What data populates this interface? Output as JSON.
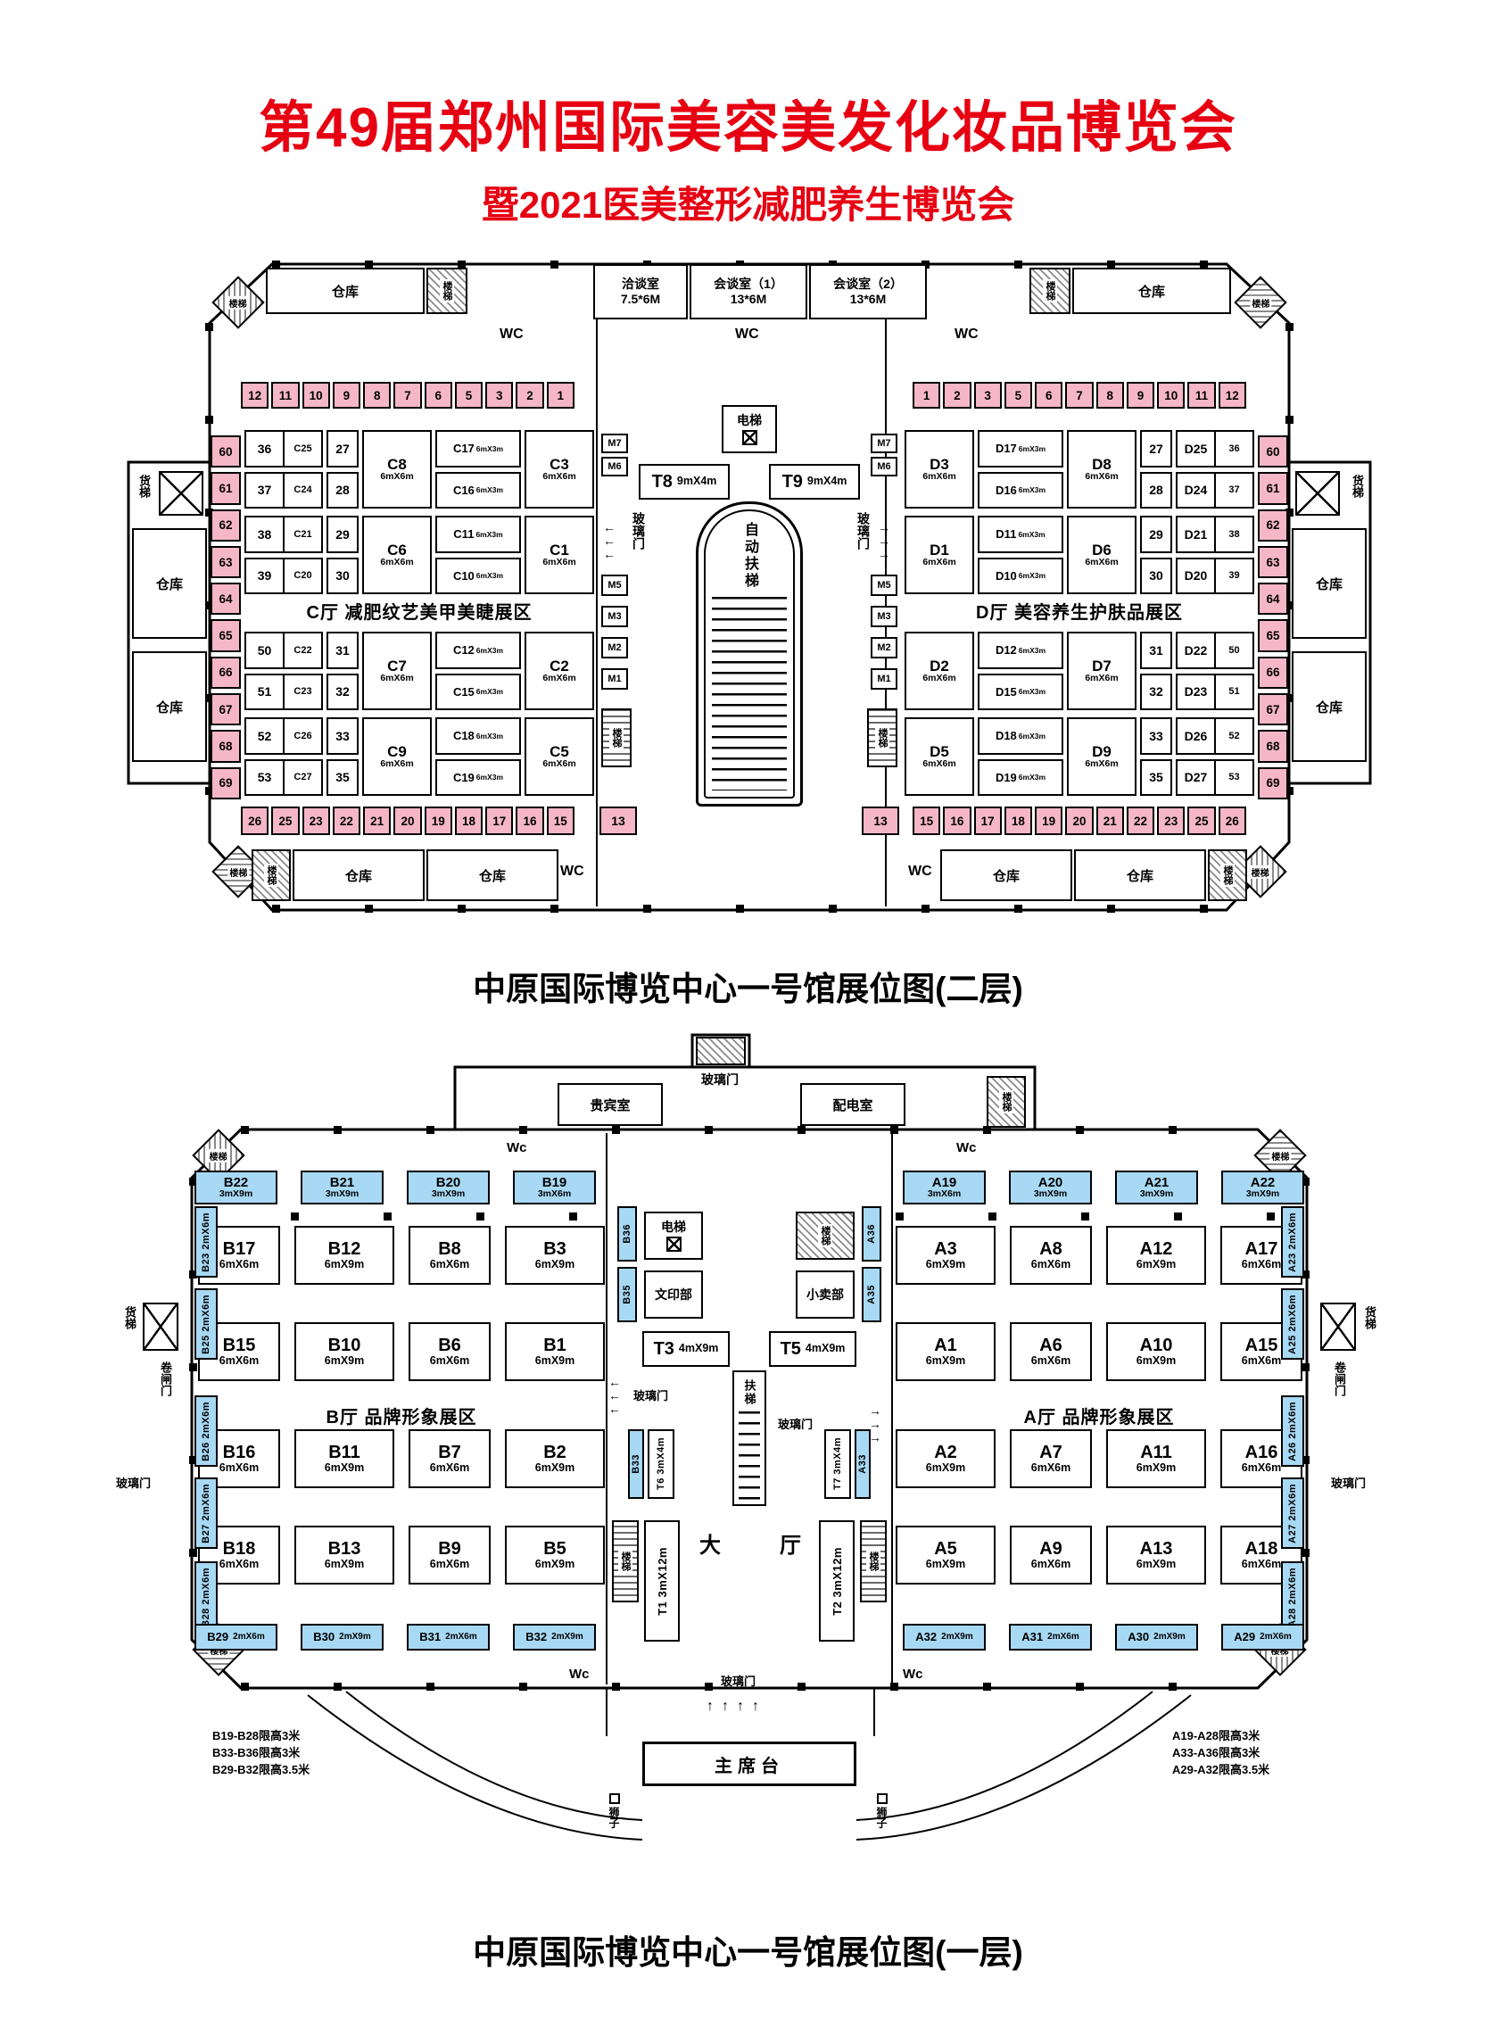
{
  "header": {
    "title": "第49届郑州国际美容美发化妆品博览会",
    "subtitle": "暨2021医美整形减肥养生博览会",
    "accent_color": "#e60012",
    "pink": "#f5b7c8",
    "blue": "#a8d9f4"
  },
  "glyphs": {
    "left_arrow": "←",
    "right_arrow": "→",
    "up_arrow": "↑"
  },
  "floor2": {
    "caption": "中原国际博览中心一号馆展位图(二层)",
    "corner_stair": "楼梯",
    "top": {
      "warehouse_left": "仓库",
      "stair_left": "楼梯",
      "meeting_room": "洽谈室",
      "meeting_room_size": "7.5*6M",
      "conf1": "会谈室（1）",
      "conf1_size": "13*6M",
      "conf2": "会谈室（2）",
      "conf2_size": "13*6M",
      "stair_right": "楼梯",
      "warehouse_right": "仓库",
      "wc_left": "WC",
      "wc_center": "WC",
      "wc_right": "WC"
    },
    "pink_top_left": [
      "12",
      "11",
      "10",
      "9",
      "8",
      "7",
      "6",
      "5",
      "3",
      "2",
      "1"
    ],
    "pink_top_right": [
      "1",
      "2",
      "3",
      "5",
      "6",
      "7",
      "8",
      "9",
      "10",
      "11",
      "12"
    ],
    "pink_col_left": [
      "60",
      "61",
      "62",
      "63",
      "64",
      "65",
      "66",
      "67",
      "68",
      "69"
    ],
    "pink_col_right": [
      "60",
      "61",
      "62",
      "63",
      "64",
      "65",
      "66",
      "67",
      "68",
      "69"
    ],
    "pink_bottom_left": [
      "26",
      "25",
      "23",
      "22",
      "21",
      "20",
      "19",
      "18",
      "17",
      "16",
      "15"
    ],
    "pink_bottom_right": [
      "15",
      "16",
      "17",
      "18",
      "19",
      "20",
      "21",
      "22",
      "23",
      "25",
      "26"
    ],
    "pink_13_left": "13",
    "pink_13_right": "13",
    "c_hall_label": "C厅  减肥纹艺美甲美睫展区",
    "d_hall_label": "D厅  美容养生护肤品展区",
    "c_bands": [
      {
        "pairs": [
          [
            "36",
            "C25"
          ],
          [
            "37",
            "C24"
          ]
        ],
        "nums": [
          "27",
          "28"
        ],
        "big1": {
          "id": "C8",
          "size": "6mX6m"
        },
        "slims": [
          {
            "id": "C17",
            "size": "6mX3m"
          },
          {
            "id": "C16",
            "size": "6mX3m"
          }
        ],
        "big2": {
          "id": "C3",
          "size": "6mX6m"
        }
      },
      {
        "pairs": [
          [
            "38",
            "C21"
          ],
          [
            "39",
            "C20"
          ]
        ],
        "nums": [
          "29",
          "30"
        ],
        "big1": {
          "id": "C6",
          "size": "6mX6m"
        },
        "slims": [
          {
            "id": "C11",
            "size": "6mX3m"
          },
          {
            "id": "C10",
            "size": "6mX3m"
          }
        ],
        "big2": {
          "id": "C1",
          "size": "6mX6m"
        }
      },
      {
        "pairs": [
          [
            "50",
            "C22"
          ],
          [
            "51",
            "C23"
          ]
        ],
        "nums": [
          "31",
          "32"
        ],
        "big1": {
          "id": "C7",
          "size": "6mX6m"
        },
        "slims": [
          {
            "id": "C12",
            "size": "6mX3m"
          },
          {
            "id": "C15",
            "size": "6mX3m"
          }
        ],
        "big2": {
          "id": "C2",
          "size": "6mX6m"
        }
      },
      {
        "pairs": [
          [
            "52",
            "C26"
          ],
          [
            "53",
            "C27"
          ]
        ],
        "nums": [
          "33",
          "35"
        ],
        "big1": {
          "id": "C9",
          "size": "6mX6m"
        },
        "slims": [
          {
            "id": "C18",
            "size": "6mX3m"
          },
          {
            "id": "C19",
            "size": "6mX3m"
          }
        ],
        "big2": {
          "id": "C5",
          "size": "6mX6m"
        }
      }
    ],
    "d_bands": [
      {
        "big1": {
          "id": "D3",
          "size": "6mX6m"
        },
        "slims": [
          {
            "id": "D17",
            "size": "6mX3m"
          },
          {
            "id": "D16",
            "size": "6mX3m"
          }
        ],
        "big2": {
          "id": "D8",
          "size": "6mX6m"
        },
        "nums": [
          "27",
          "28"
        ],
        "pairs": [
          [
            "D25",
            "36"
          ],
          [
            "D24",
            "37"
          ]
        ]
      },
      {
        "big1": {
          "id": "D1",
          "size": "6mX6m"
        },
        "slims": [
          {
            "id": "D11",
            "size": "6mX3m"
          },
          {
            "id": "D10",
            "size": "6mX3m"
          }
        ],
        "big2": {
          "id": "D6",
          "size": "6mX6m"
        },
        "nums": [
          "29",
          "30"
        ],
        "pairs": [
          [
            "D21",
            "38"
          ],
          [
            "D20",
            "39"
          ]
        ]
      },
      {
        "big1": {
          "id": "D2",
          "size": "6mX6m"
        },
        "slims": [
          {
            "id": "D12",
            "size": "6mX3m"
          },
          {
            "id": "D15",
            "size": "6mX3m"
          }
        ],
        "big2": {
          "id": "D7",
          "size": "6mX6m"
        },
        "nums": [
          "31",
          "32"
        ],
        "pairs": [
          [
            "D22",
            "50"
          ],
          [
            "D23",
            "51"
          ]
        ]
      },
      {
        "big1": {
          "id": "D5",
          "size": "6mX6m"
        },
        "slims": [
          {
            "id": "D18",
            "size": "6mX3m"
          },
          {
            "id": "D19",
            "size": "6mX3m"
          }
        ],
        "big2": {
          "id": "D9",
          "size": "6mX6m"
        },
        "nums": [
          "33",
          "35"
        ],
        "pairs": [
          [
            "D26",
            "52"
          ],
          [
            "D27",
            "53"
          ]
        ]
      }
    ],
    "center": {
      "elevator": "电梯",
      "m_top_left": [
        "M7",
        "M6"
      ],
      "m_top_right": [
        "M7",
        "M6"
      ],
      "t8": {
        "id": "T8",
        "size": "9mX4m"
      },
      "t9": {
        "id": "T9",
        "size": "9mX4m"
      },
      "glass_left": "玻璃门",
      "glass_right": "玻璃门",
      "escalator": "自动扶梯",
      "m_col_left": [
        "M5",
        "M3",
        "M2",
        "M1"
      ],
      "m_col_right": [
        "M5",
        "M3",
        "M2",
        "M1"
      ],
      "stair_left": "楼梯",
      "stair_right": "楼梯"
    },
    "left_edge": {
      "freight": "货梯",
      "warehouse1": "仓库",
      "warehouse2": "仓库"
    },
    "right_edge": {
      "freight": "货梯",
      "warehouse1": "仓库",
      "warehouse2": "仓库"
    },
    "bottom": {
      "stair_left": "楼梯",
      "warehouse1": "仓库",
      "warehouse2": "仓库",
      "wc_left": "WC",
      "wc_right": "WC",
      "warehouse3": "仓库",
      "warehouse4": "仓库",
      "stair_right": "楼梯"
    }
  },
  "floor1": {
    "caption": "中原国际博览中心一号馆展位图(一层)",
    "corner_stair": "楼梯",
    "top": {
      "stair_top": "楼梯",
      "glass": "玻璃门",
      "vip": "贵宾室",
      "power": "配电室",
      "stair": "楼梯",
      "wc_left": "Wc",
      "wc_right": "Wc"
    },
    "blue_top_left": [
      {
        "id": "B22",
        "size": "3mX9m"
      },
      {
        "id": "B21",
        "size": "3mX9m"
      },
      {
        "id": "B20",
        "size": "3mX9m"
      },
      {
        "id": "B19",
        "size": "3mX6m"
      }
    ],
    "blue_top_right": [
      {
        "id": "A19",
        "size": "3mX6m"
      },
      {
        "id": "A20",
        "size": "3mX9m"
      },
      {
        "id": "A21",
        "size": "3mX9m"
      },
      {
        "id": "A22",
        "size": "3mX9m"
      }
    ],
    "b_rows": [
      [
        {
          "id": "B17",
          "size": "6mX6m"
        },
        {
          "id": "B12",
          "size": "6mX9m"
        },
        {
          "id": "B8",
          "size": "6mX6m"
        },
        {
          "id": "B3",
          "size": "6mX9m"
        }
      ],
      [
        {
          "id": "B15",
          "size": "6mX6m"
        },
        {
          "id": "B10",
          "size": "6mX9m"
        },
        {
          "id": "B6",
          "size": "6mX6m"
        },
        {
          "id": "B1",
          "size": "6mX9m"
        }
      ],
      [
        {
          "id": "B16",
          "size": "6mX6m"
        },
        {
          "id": "B11",
          "size": "6mX9m"
        },
        {
          "id": "B7",
          "size": "6mX6m"
        },
        {
          "id": "B2",
          "size": "6mX9m"
        }
      ],
      [
        {
          "id": "B18",
          "size": "6mX6m"
        },
        {
          "id": "B13",
          "size": "6mX9m"
        },
        {
          "id": "B9",
          "size": "6mX6m"
        },
        {
          "id": "B5",
          "size": "6mX9m"
        }
      ]
    ],
    "a_rows": [
      [
        {
          "id": "A3",
          "size": "6mX9m"
        },
        {
          "id": "A8",
          "size": "6mX6m"
        },
        {
          "id": "A12",
          "size": "6mX9m"
        },
        {
          "id": "A17",
          "size": "6mX6m"
        }
      ],
      [
        {
          "id": "A1",
          "size": "6mX9m"
        },
        {
          "id": "A6",
          "size": "6mX6m"
        },
        {
          "id": "A10",
          "size": "6mX9m"
        },
        {
          "id": "A15",
          "size": "6mX6m"
        }
      ],
      [
        {
          "id": "A2",
          "size": "6mX9m"
        },
        {
          "id": "A7",
          "size": "6mX6m"
        },
        {
          "id": "A11",
          "size": "6mX9m"
        },
        {
          "id": "A16",
          "size": "6mX6m"
        }
      ],
      [
        {
          "id": "A5",
          "size": "6mX9m"
        },
        {
          "id": "A9",
          "size": "6mX6m"
        },
        {
          "id": "A13",
          "size": "6mX9m"
        },
        {
          "id": "A18",
          "size": "6mX6m"
        }
      ]
    ],
    "b_hall_label": "B厅  品牌形象展区",
    "a_hall_label": "A厅  品牌形象展区",
    "left_col": [
      {
        "id": "B23",
        "size": "2mX6m"
      },
      {
        "id": "B25",
        "size": "2mX6m"
      },
      {
        "id": "B26",
        "size": "2mX6m"
      },
      {
        "id": "B27",
        "size": "2mX6m"
      },
      {
        "id": "B28",
        "size": "2mX6m"
      }
    ],
    "right_col": [
      {
        "id": "A23",
        "size": "2mX6m"
      },
      {
        "id": "A25",
        "size": "2mX6m"
      },
      {
        "id": "A26",
        "size": "2mX6m"
      },
      {
        "id": "A27",
        "size": "2mX6m"
      },
      {
        "id": "A28",
        "size": "2mX6m"
      }
    ],
    "blue_bottom_left": [
      {
        "id": "B29",
        "size": "2mX6m"
      },
      {
        "id": "B30",
        "size": "2mX9m"
      },
      {
        "id": "B31",
        "size": "2mX6m"
      },
      {
        "id": "B32",
        "size": "2mX9m"
      }
    ],
    "blue_bottom_right": [
      {
        "id": "A32",
        "size": "2mX9m"
      },
      {
        "id": "A31",
        "size": "2mX6m"
      },
      {
        "id": "A30",
        "size": "2mX9m"
      },
      {
        "id": "A29",
        "size": "2mX6m"
      }
    ],
    "left_edge": {
      "freight": "货梯",
      "shutter": "卷闸门",
      "glass": "玻璃门",
      "stair": "楼梯"
    },
    "right_edge": {
      "freight": "货梯",
      "shutter": "卷闸门",
      "glass": "玻璃门",
      "stair": "楼梯"
    },
    "center": {
      "elevator": "电梯",
      "print": "文印部",
      "shop": "小卖部",
      "stair": "楼梯",
      "b36": "B36",
      "b35": "B35",
      "a36": "A36",
      "a35": "A35",
      "t3": {
        "id": "T3",
        "size": "4mX9m"
      },
      "t5": {
        "id": "T5",
        "size": "4mX9m"
      },
      "glass_left": "玻璃门",
      "glass_right": "玻璃门",
      "escalator": "扶梯",
      "b33": "B33",
      "a33": "A33",
      "t6": {
        "id": "T6",
        "size": "3mX4m"
      },
      "t7": {
        "id": "T7",
        "size": "3mX4m"
      },
      "t1": {
        "id": "T1",
        "size": "3mX12m"
      },
      "t2": {
        "id": "T2",
        "size": "3mX12m"
      },
      "hall_left": "大",
      "hall_right": "厅",
      "stair_l": "楼梯",
      "stair_r": "楼梯",
      "wc_left": "Wc",
      "wc_right": "Wc",
      "glass_bottom": "玻璃门",
      "stage": "主席台",
      "lion_left": "狮子",
      "lion_right": "狮子"
    },
    "notes_left": [
      "B19-B28限高3米",
      "B33-B36限高3米",
      "B29-B32限高3.5米"
    ],
    "notes_right": [
      "A19-A28限高3米",
      "A33-A36限高3米",
      "A29-A32限高3.5米"
    ]
  }
}
